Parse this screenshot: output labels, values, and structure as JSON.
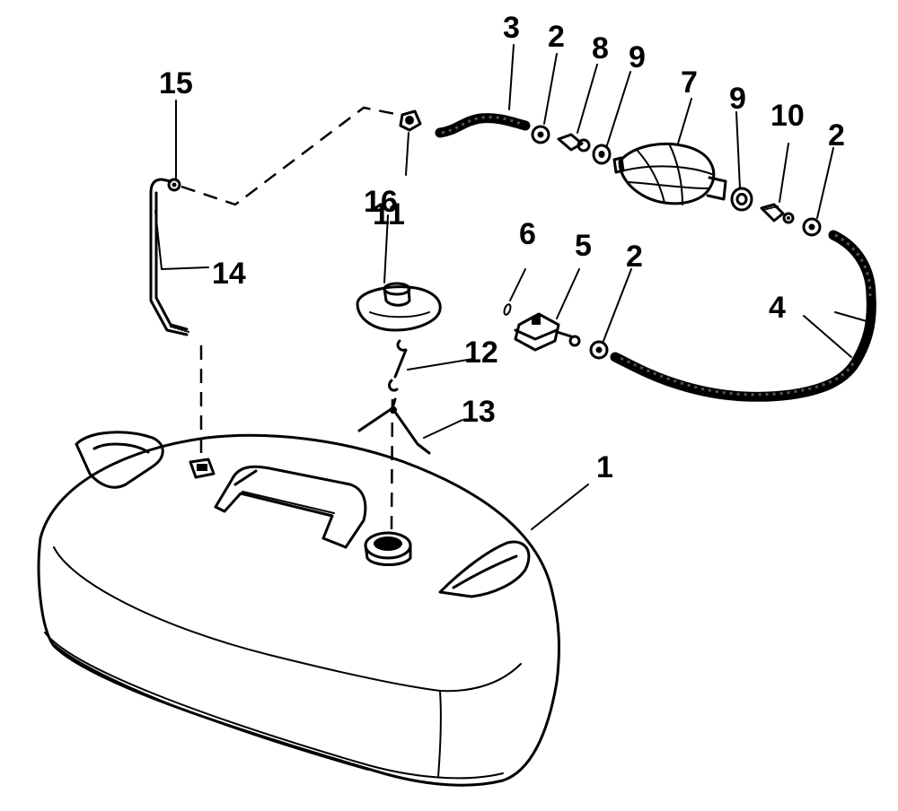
{
  "diagram": {
    "callouts": {
      "c1": "1",
      "c2a": "2",
      "c2b": "2",
      "c2c": "2",
      "c3": "3",
      "c4": "4",
      "c5": "5",
      "c6": "6",
      "c7": "7",
      "c8": "8",
      "c9a": "9",
      "c9b": "9",
      "c10": "10",
      "c11": "11",
      "c12": "12",
      "c13": "13",
      "c14": "14",
      "c15": "15",
      "c16": "16"
    }
  }
}
